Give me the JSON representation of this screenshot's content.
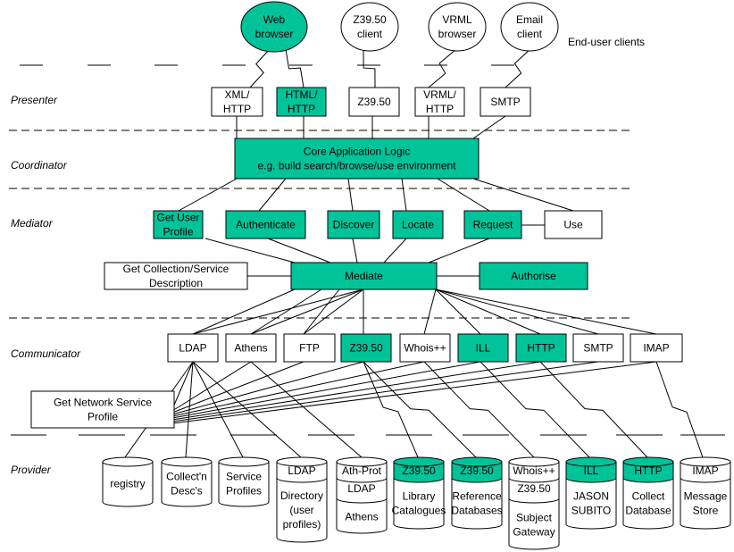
{
  "colors": {
    "accent": "#00c39a",
    "box": "#ffffff",
    "line": "#000000"
  },
  "end_user_clients_label": "End-user clients",
  "layers": {
    "presenter": "Presenter",
    "coordinator": "Coordinator",
    "mediator": "Mediator",
    "communicator": "Communicator",
    "provider": "Provider"
  },
  "clients": {
    "web": {
      "lines": [
        "Web",
        "browser"
      ],
      "highlighted": true
    },
    "z3950": {
      "lines": [
        "Z39.50",
        "client"
      ],
      "highlighted": false
    },
    "vrml": {
      "lines": [
        "VRML",
        "browser"
      ],
      "highlighted": false
    },
    "email": {
      "lines": [
        "Email",
        "client"
      ],
      "highlighted": false
    }
  },
  "presenter_boxes": {
    "xml": {
      "lines": [
        "XML/",
        "HTTP"
      ],
      "highlighted": false
    },
    "html": {
      "lines": [
        "HTML/",
        "HTTP"
      ],
      "highlighted": true
    },
    "z3950": {
      "lines": [
        "Z39.50"
      ],
      "highlighted": false
    },
    "vrml": {
      "lines": [
        "VRML/",
        "HTTP"
      ],
      "highlighted": false
    },
    "smtp": {
      "lines": [
        "SMTP"
      ],
      "highlighted": false
    }
  },
  "core": {
    "lines": [
      "Core Application Logic",
      "e.g. build search/browse/use environment"
    ],
    "highlighted": true
  },
  "mediator_boxes": {
    "get_user_profile": {
      "lines": [
        "Get User",
        "Profile"
      ],
      "highlighted": true
    },
    "authenticate": {
      "lines": [
        "Authenticate"
      ],
      "highlighted": true
    },
    "discover": {
      "lines": [
        "Discover"
      ],
      "highlighted": true
    },
    "locate": {
      "lines": [
        "Locate"
      ],
      "highlighted": true
    },
    "request": {
      "lines": [
        "Request"
      ],
      "highlighted": true
    },
    "use": {
      "lines": [
        "Use"
      ],
      "highlighted": false
    },
    "get_collection": {
      "lines": [
        "Get Collection/Service",
        "Description"
      ],
      "highlighted": false
    },
    "mediate": {
      "lines": [
        "Mediate"
      ],
      "highlighted": true
    },
    "authorise": {
      "lines": [
        "Authorise"
      ],
      "highlighted": true
    }
  },
  "communicator_boxes": {
    "ldap": {
      "lines": [
        "LDAP"
      ],
      "highlighted": false
    },
    "athens": {
      "lines": [
        "Athens"
      ],
      "highlighted": false
    },
    "ftp": {
      "lines": [
        "FTP"
      ],
      "highlighted": false
    },
    "z3950": {
      "lines": [
        "Z39.50"
      ],
      "highlighted": true
    },
    "whois": {
      "lines": [
        "Whois++"
      ],
      "highlighted": false
    },
    "ill": {
      "lines": [
        "ILL"
      ],
      "highlighted": true
    },
    "http": {
      "lines": [
        "HTTP"
      ],
      "highlighted": true
    },
    "smtp": {
      "lines": [
        "SMTP"
      ],
      "highlighted": false
    },
    "imap": {
      "lines": [
        "IMAP"
      ],
      "highlighted": false
    },
    "get_network": {
      "lines": [
        "Get Network Service",
        "Profile"
      ],
      "highlighted": false
    }
  },
  "providers": {
    "registry": {
      "top": [],
      "body": [
        "registry"
      ],
      "highlighted": false
    },
    "collectn": {
      "top": [],
      "body": [
        "Collect'n",
        "Desc's"
      ],
      "highlighted": false
    },
    "service_profiles": {
      "top": [],
      "body": [
        "Service",
        "Profiles"
      ],
      "highlighted": false
    },
    "ldap_dir": {
      "top": [
        "LDAP"
      ],
      "body": [
        "Directory",
        "(user",
        "profiles)"
      ],
      "highlighted": false
    },
    "athens": {
      "top": [
        "Ath-Prot"
      ],
      "mid": [
        "LDAP"
      ],
      "body": [
        "Athens"
      ],
      "highlighted": false
    },
    "library": {
      "top": [
        "Z39.50"
      ],
      "body": [
        "Library",
        "Catalogues"
      ],
      "highlighted": true
    },
    "reference": {
      "top": [
        "Z39.50"
      ],
      "body": [
        "Reference",
        "Databases"
      ],
      "highlighted": true
    },
    "subject": {
      "top": [
        "Whois++"
      ],
      "mid": [
        "Z39.50"
      ],
      "body": [
        "Subject",
        "Gateway"
      ],
      "highlighted": false
    },
    "jason": {
      "top": [
        "ILL"
      ],
      "body": [
        "JASON",
        "SUBITO"
      ],
      "highlighted": true
    },
    "collect_db": {
      "top": [
        "HTTP"
      ],
      "body": [
        "Collect",
        "Database"
      ],
      "highlighted": true
    },
    "message": {
      "top": [
        "IMAP"
      ],
      "body": [
        "Message",
        "Store"
      ],
      "highlighted": false
    }
  }
}
